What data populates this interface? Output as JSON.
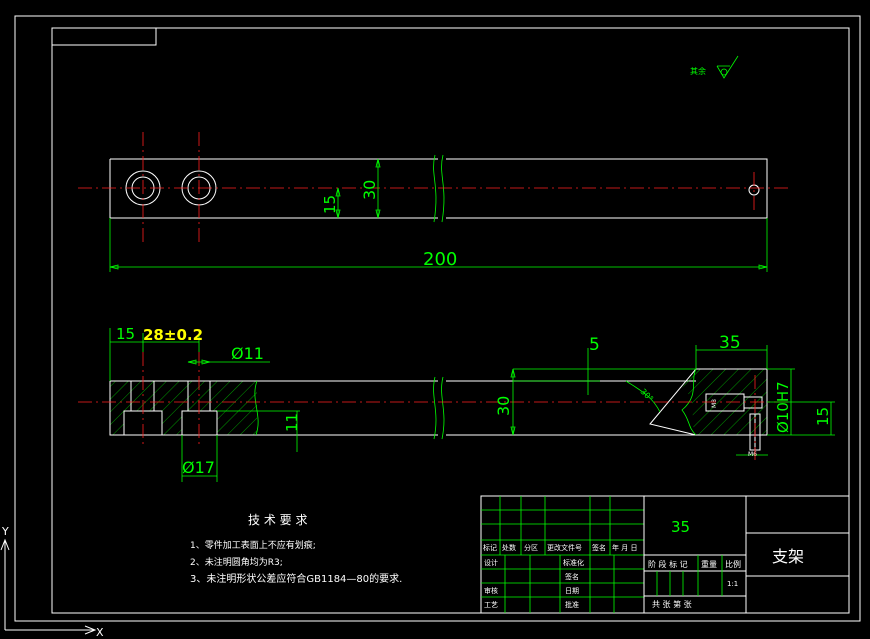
{
  "roughness_note": "其余",
  "dimensions": {
    "top_length": "200",
    "top_height": "30",
    "top_hole_offset": "15",
    "sec_left": "15",
    "sec_pitch": "28±0.2",
    "hole_dia_small": "Ø11",
    "hole_dia_large": "Ø17",
    "counterbore_depth": "11",
    "sec_height": "30",
    "groove_depth": "5",
    "right_length": "35",
    "pin_hole": "Ø10H7",
    "pin_offset": "15",
    "thread_label": "M6",
    "small_label": "M8",
    "angle_label": "30°"
  },
  "tech_requirements": {
    "title": "技 术 要 求",
    "items": [
      "1、零件加工表面上不应有划痕;",
      "2、未注明圆角均为R3;",
      "3、未注明形状公差应符合GB1184—80的要求."
    ]
  },
  "title_block": {
    "material": "35",
    "part_name": "支架",
    "row_headers": [
      "标记",
      "处数",
      "分区",
      "更改文件号",
      "签名",
      "年 月 日"
    ],
    "left_labels": [
      "设计",
      "审核",
      "工艺"
    ],
    "mid_labels": [
      "标准化",
      "批准"
    ],
    "extra_labels": [
      "签名",
      "日期"
    ],
    "stage_label": "阶 段 标 记",
    "weight_label": "重量",
    "scale_label": "比例",
    "scale_value": "1:1",
    "sheet_text": "共    张   第    张"
  },
  "ucs": {
    "y_label": "Y",
    "x_label": "X"
  }
}
